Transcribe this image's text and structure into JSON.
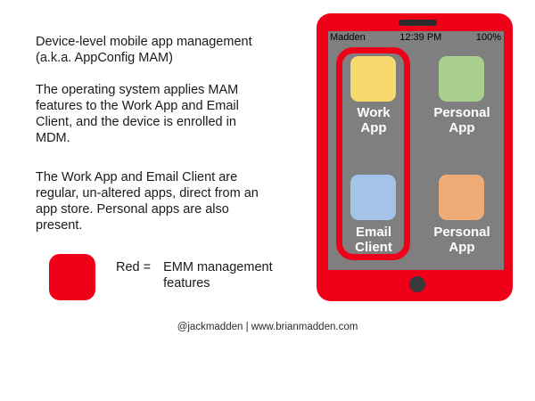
{
  "description": {
    "para1": "Device-level mobile app management\n(a.k.a. AppConfig MAM)",
    "para2": "The operating system applies MAM\nfeatures to the Work App and Email\nClient, and the device is enrolled in\nMDM.",
    "para3": "The Work App and Email Client are\nregular, un-altered apps, direct from an\napp store. Personal apps are also\npresent."
  },
  "legend": {
    "prefix": "Red =",
    "text": "EMM management\nfeatures"
  },
  "colors": {
    "red": "#f00018",
    "screen_gray": "#7f7f7f"
  },
  "device": {
    "status_bar": {
      "carrier": "Madden",
      "time": "12:39 PM",
      "battery": "100%"
    },
    "apps": [
      {
        "name": "Work App",
        "label": "Work\nApp",
        "color": "#f8d96d",
        "managed": true
      },
      {
        "name": "Personal App",
        "label": "Personal\nApp",
        "color": "#a9d08e",
        "managed": false
      },
      {
        "name": "Email Client",
        "label": "Email\nClient",
        "color": "#a3c3e8",
        "managed": true
      },
      {
        "name": "Personal App",
        "label": "Personal\nApp",
        "color": "#f0ac76",
        "managed": false
      }
    ]
  },
  "footer": {
    "credit": "@jackmadden | www.brianmadden.com"
  }
}
